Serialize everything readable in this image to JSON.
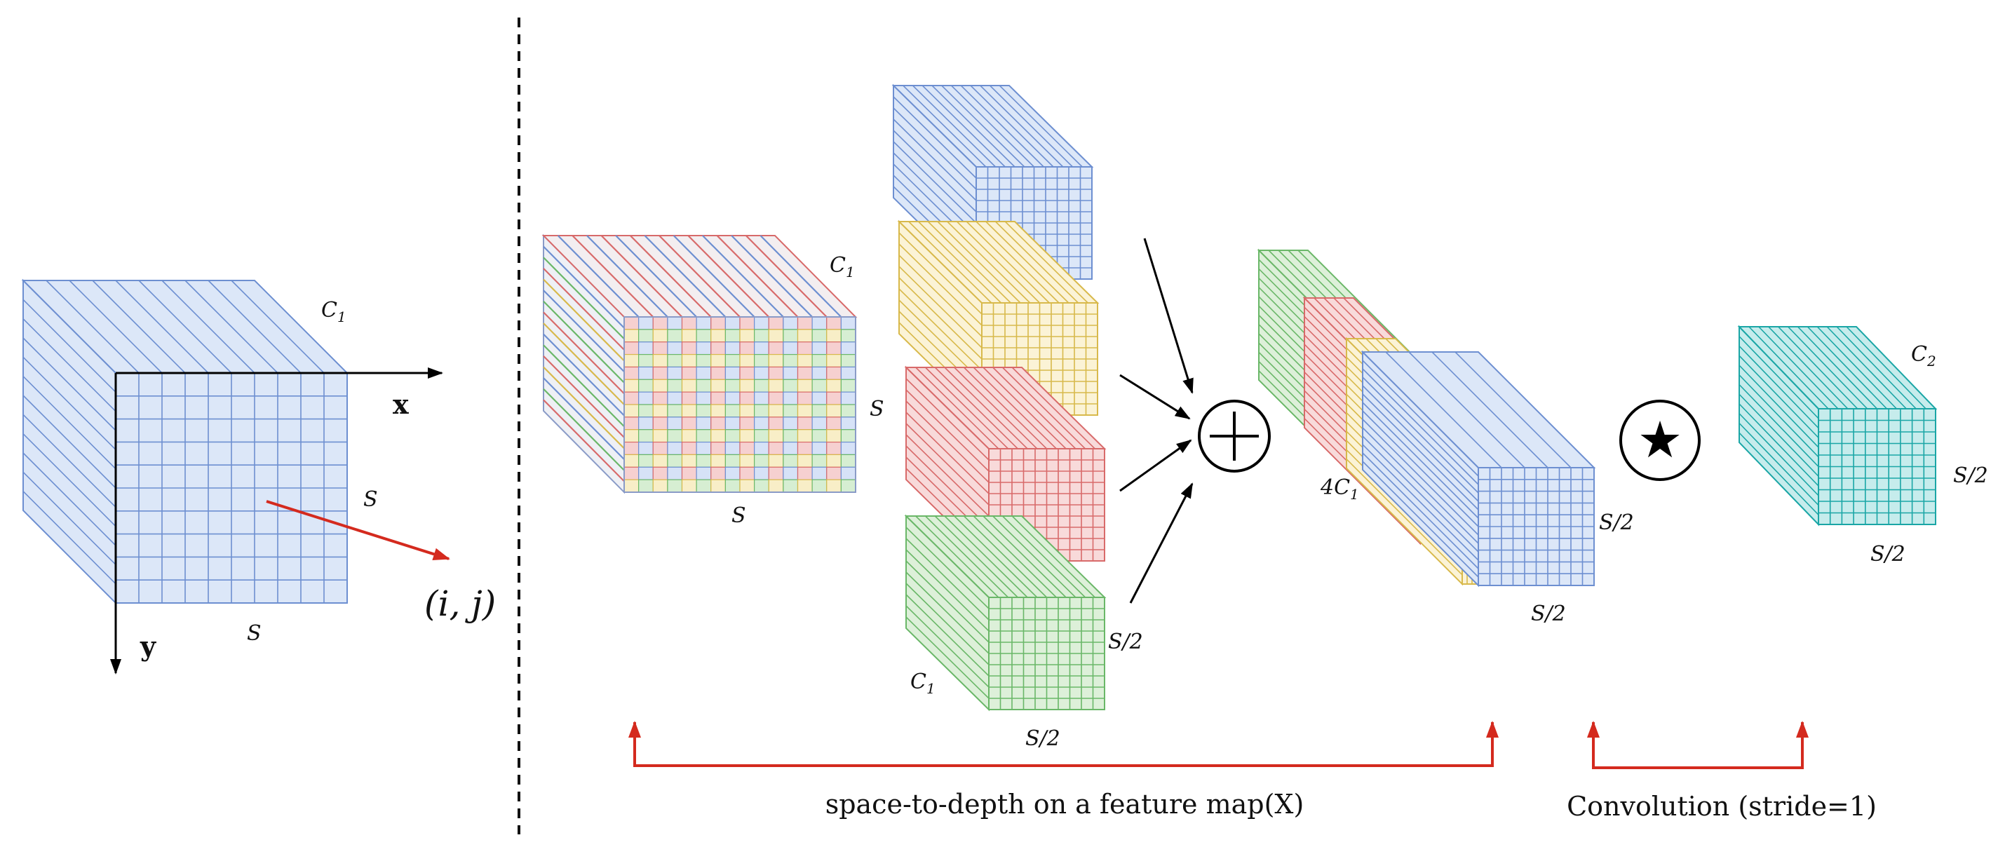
{
  "left_cube": {
    "channel_label": "C1",
    "width_label": "S",
    "height_label": "S",
    "x_axis_label": "x",
    "y_axis_label": "y",
    "pixel_label": "(i, j)"
  },
  "input_map": {
    "channel_label": "C1",
    "height_label": "S",
    "width_label": "S"
  },
  "split_maps": {
    "channel_label": "C1",
    "height_label": "S/2",
    "width_label": "S/2"
  },
  "concat_map": {
    "channel_label": "4C1",
    "height_label": "S/2",
    "width_label": "S/2"
  },
  "output_map": {
    "channel_label": "C2",
    "height_label": "S/2",
    "width_label": "S/2"
  },
  "operators": {
    "concat_symbol": "+",
    "conv_symbol": "★"
  },
  "captions": {
    "space_to_depth": "space-to-depth on a feature map(X)",
    "convolution": "Convolution (stride=1)"
  },
  "colors": {
    "blue": "#6d8fd1",
    "blue_fill": "#dce7f8",
    "yellow": "#d8b94b",
    "yellow_fill": "#fbf3d6",
    "red": "#d86a6a",
    "red_fill": "#f8dada",
    "green": "#6ab768",
    "green_fill": "#ddf0d9",
    "teal": "#1aa6a6",
    "teal_fill": "#c6ecec",
    "arrow_red": "#d42a1e"
  }
}
